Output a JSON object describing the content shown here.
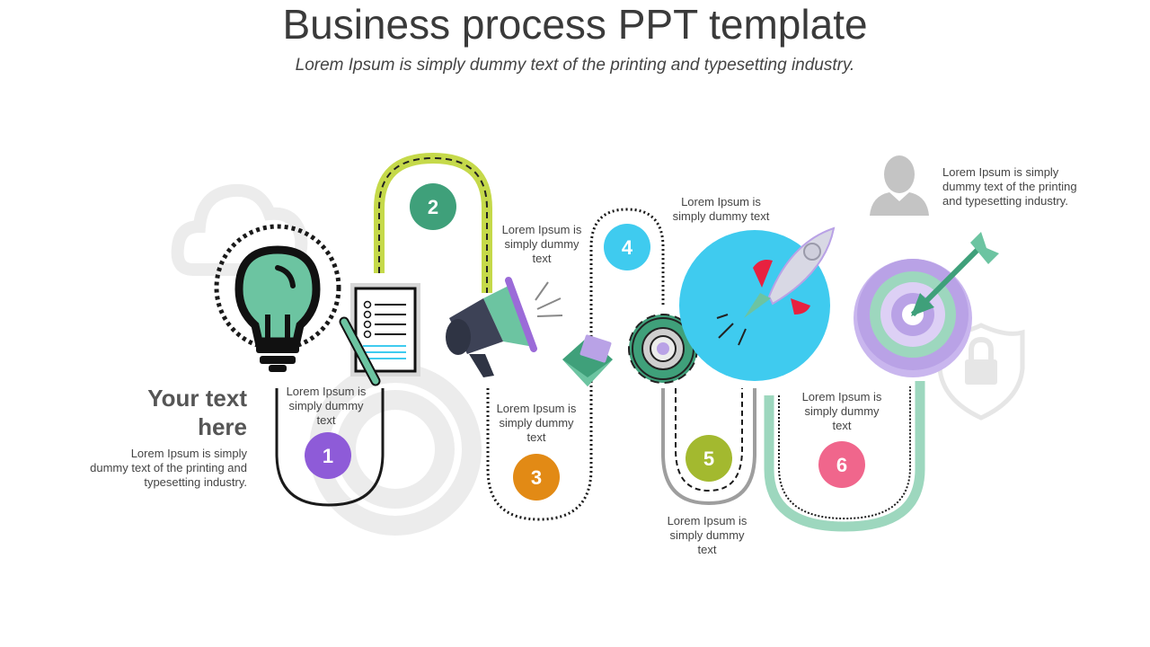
{
  "slide": {
    "title": "Business process PPT template",
    "subtitle": "Lorem Ipsum is simply dummy text of the printing and typesetting industry."
  },
  "intro": {
    "heading": "Your text here",
    "body": "Lorem Ipsum is simply dummy text of the printing and typesetting industry."
  },
  "side_note": {
    "body": "Lorem Ipsum is simply dummy text of the printing and typesetting industry."
  },
  "steps": [
    {
      "number": "1",
      "text": "Lorem Ipsum is simply dummy text",
      "color": "#8e5bd8"
    },
    {
      "number": "2",
      "text": "Lorem Ipsum is simply dummy text",
      "color": "#3fa07a"
    },
    {
      "number": "3",
      "text": "Lorem Ipsum is simply dummy text",
      "color": "#e28a15"
    },
    {
      "number": "4",
      "text": "Lorem Ipsum is simply dummy text",
      "color": "#3fcbef"
    },
    {
      "number": "5",
      "text": "Lorem Ipsum is simply dummy text",
      "color": "#a3b92f"
    },
    {
      "number": "6",
      "text": "Lorem Ipsum is simply dummy text",
      "color": "#f0668c"
    }
  ],
  "colors": {
    "lime": "#c5d94a",
    "mint": "#9dd7be",
    "grey": "#9e9e9e",
    "dark": "#1a1a1a",
    "teal": "#6cc4a1",
    "lilac": "#b9a2e6",
    "sky": "#3fcbef"
  },
  "icons": [
    "lightbulb-icon",
    "document-icon",
    "pen-icon",
    "megaphone-icon",
    "envelope-icon",
    "gear-icon",
    "rocket-icon",
    "target-icon",
    "user-icon",
    "shield-lock-icon",
    "cloud-icon"
  ]
}
